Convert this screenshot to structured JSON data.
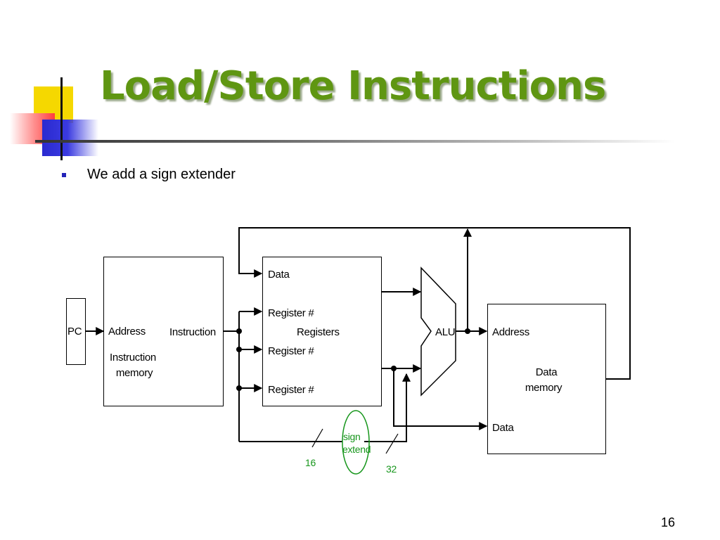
{
  "slide": {
    "title": "Load/Store Instructions",
    "bullets": [
      "We add a sign extender"
    ],
    "page_number": "16"
  },
  "diagram": {
    "pc": "PC",
    "instruction_memory": {
      "address_label": "Address",
      "instruction_label": "Instruction",
      "name_line1": "Instruction",
      "name_line2": "memory"
    },
    "registers": {
      "data_label": "Data",
      "reg1_label": "Register #",
      "name": "Registers",
      "reg2_label": "Register #",
      "reg3_label": "Register #"
    },
    "alu": "ALU",
    "data_memory": {
      "address_label": "Address",
      "name_line1": "Data",
      "name_line2": "memory",
      "data_label": "Data"
    },
    "sign_extend": {
      "line1": "sign",
      "line2": "extend",
      "input_width": "16",
      "output_width": "32",
      "color": "#17961c"
    }
  }
}
